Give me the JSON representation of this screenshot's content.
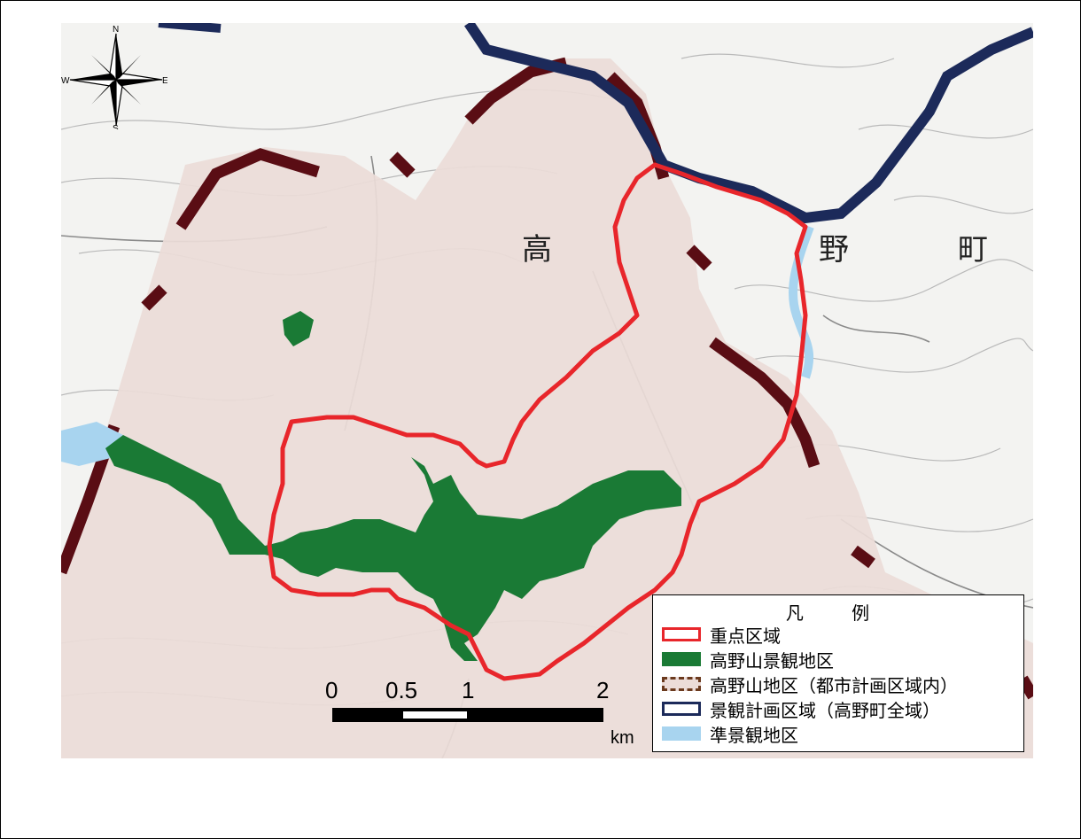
{
  "map": {
    "place_labels": {
      "ko": "高",
      "ya": "野",
      "cho": "町"
    },
    "compass": {
      "north": "N",
      "south": "S",
      "east": "E",
      "west": "W"
    },
    "scale_bar": {
      "ticks": [
        "0",
        "0.5",
        "1",
        "2"
      ],
      "unit": "km"
    },
    "colors": {
      "key_area_outline": "#e8262b",
      "koyasan_landscape_district": "#1a7a35",
      "koyasan_area_fill": "#ecdcd8",
      "koyasan_area_border": "#5a0d14",
      "landscape_plan_border": "#1c2a5a",
      "semi_landscape_district": "#a8d4ef"
    }
  },
  "legend": {
    "title": "凡 例",
    "items": [
      {
        "label": "重点区域",
        "swatch": "key-area"
      },
      {
        "label": "高野山景観地区",
        "swatch": "landscape-district"
      },
      {
        "label": "高野山地区（都市計画区域内）",
        "swatch": "koyasan-area"
      },
      {
        "label": "景観計画区域（高野町全域）",
        "swatch": "plan-area"
      },
      {
        "label": "準景観地区",
        "swatch": "semi-district"
      }
    ]
  }
}
